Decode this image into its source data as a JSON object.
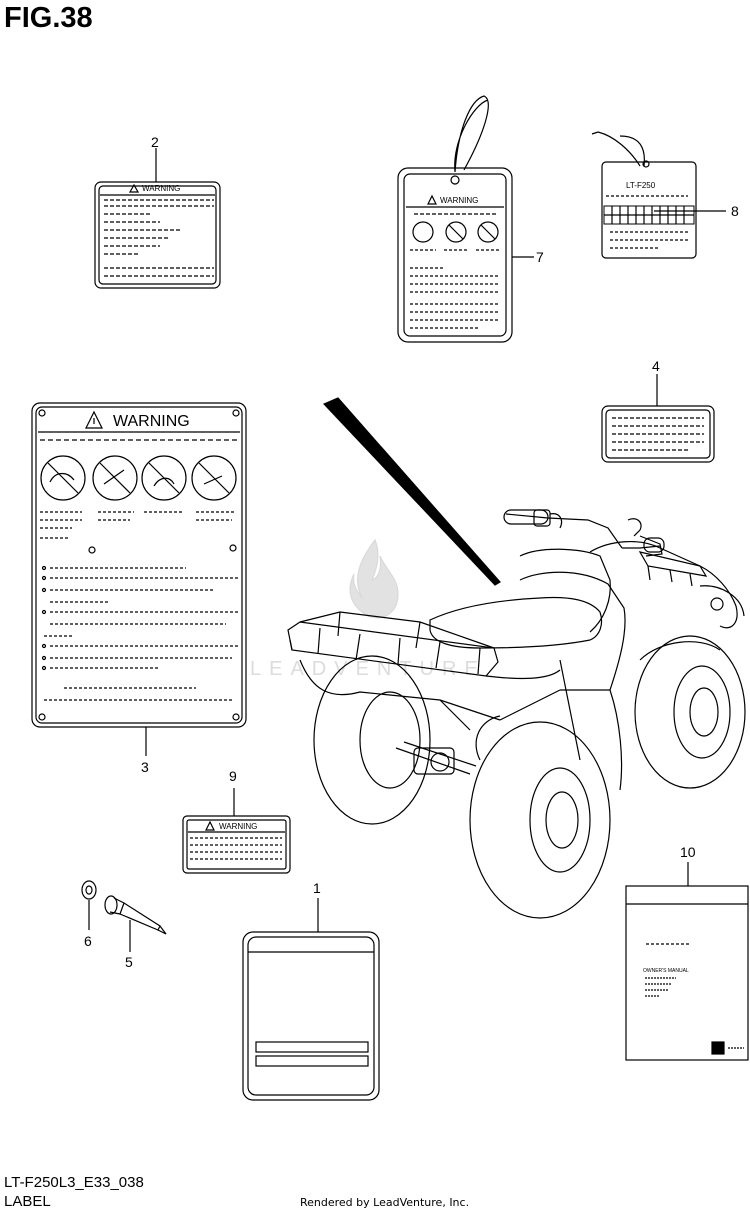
{
  "figure": {
    "title": "FIG.38",
    "code": "LT-F250L3_E33_038",
    "name": "LABEL",
    "rendered_by": "Rendered by LeadVenture, Inc."
  },
  "callouts": [
    "1",
    "2",
    "3",
    "4",
    "5",
    "6",
    "7",
    "8",
    "9",
    "10"
  ],
  "labels": {
    "warning": "WARNING",
    "model_tag": "LT-F250",
    "owners_manual": "OWNER'S MANUAL"
  },
  "watermark": {
    "text": "LEADVENTURE",
    "icon": "flame-logo"
  },
  "colors": {
    "ink": "#000000",
    "watermark": "#d9d9d9",
    "paper": "#ffffff"
  }
}
